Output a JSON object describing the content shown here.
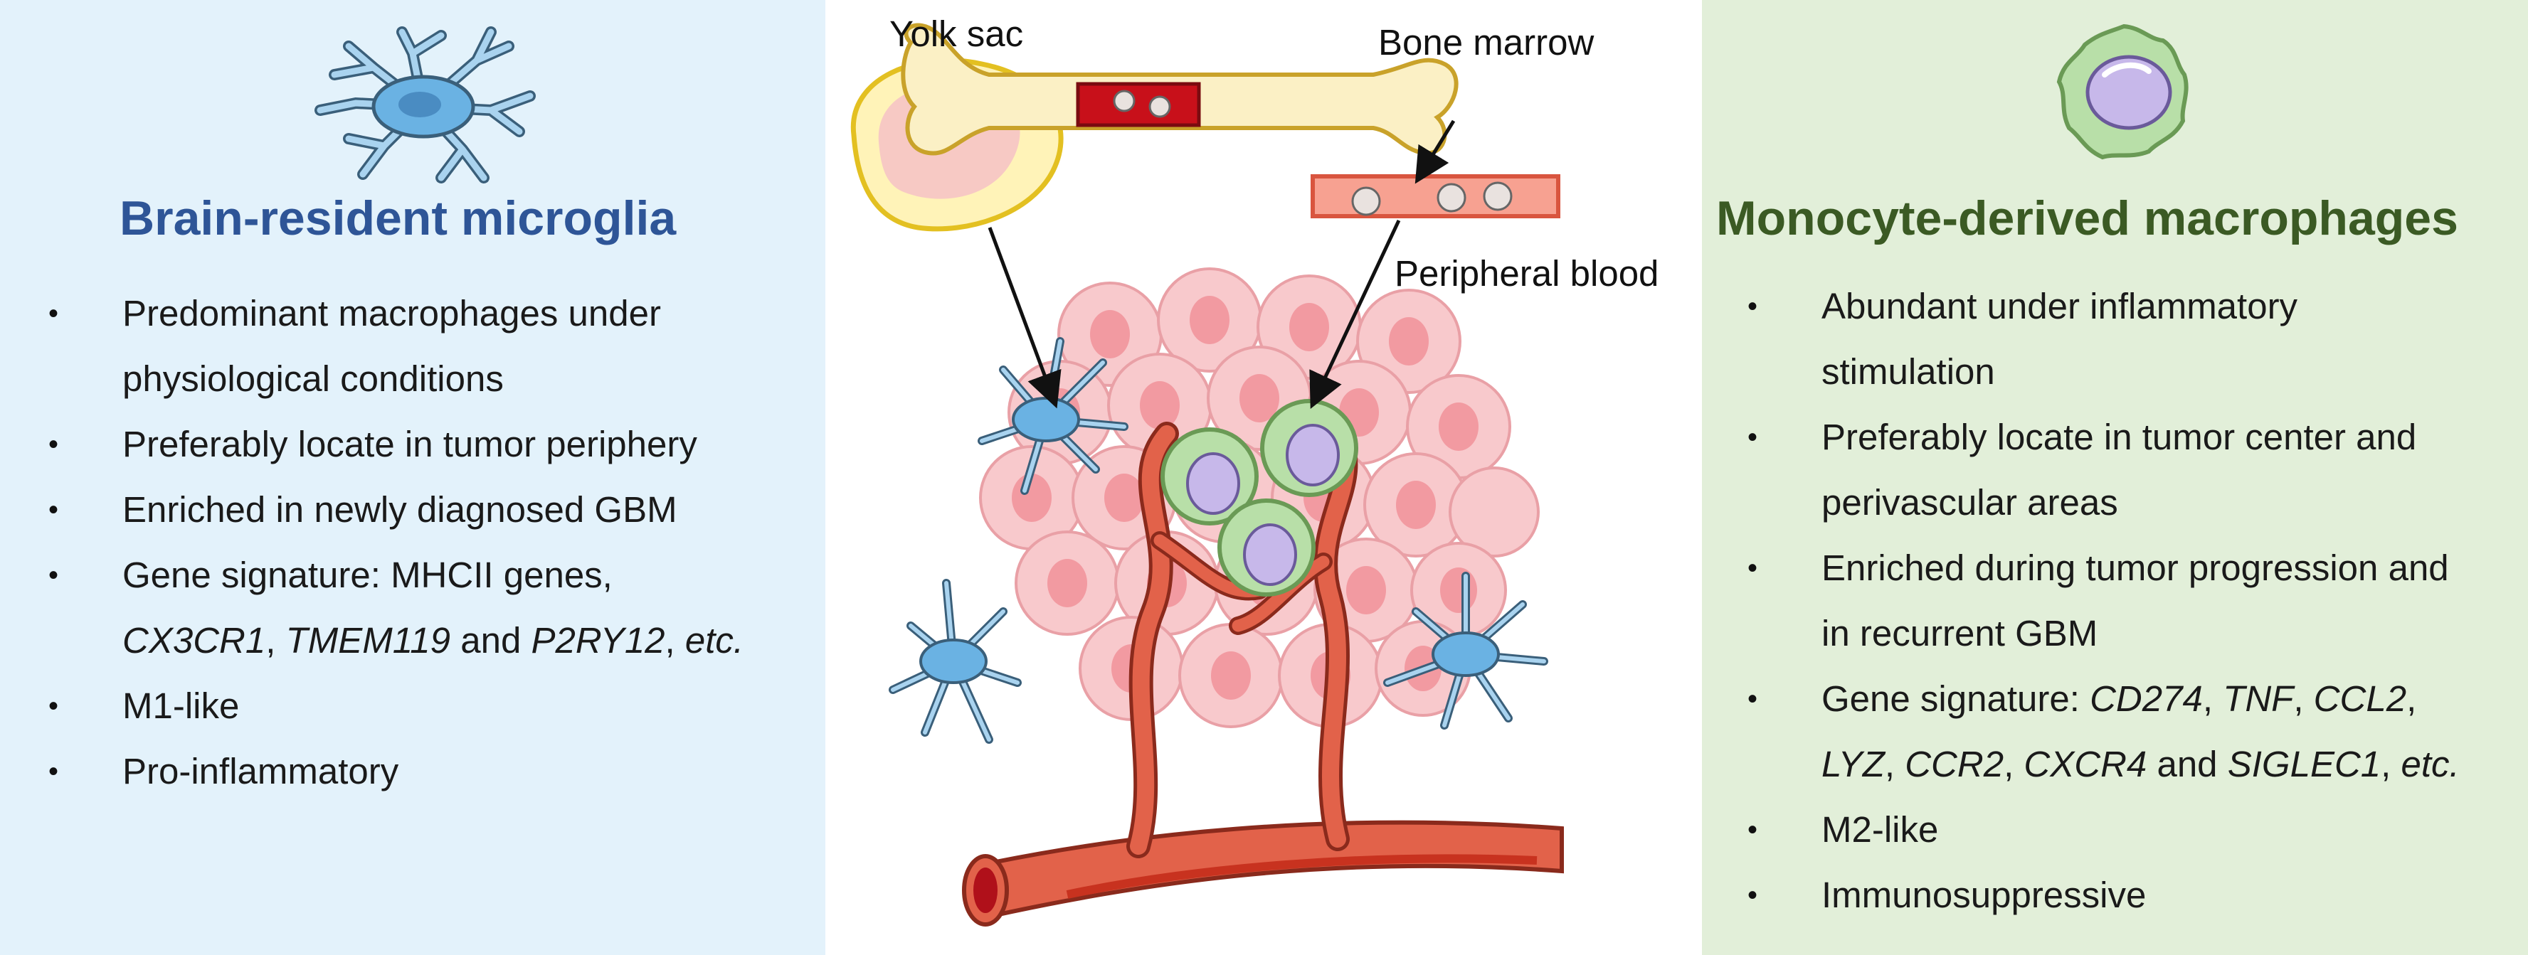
{
  "left": {
    "title": "Brain-resident microglia",
    "colors": {
      "background": "#e3f2fb",
      "title": "#2e5597"
    },
    "bullets": [
      {
        "lines": [
          "Predominant macrophages under",
          "physiological conditions"
        ]
      },
      {
        "lines": [
          "Preferably locate in tumor periphery"
        ]
      },
      {
        "lines": [
          "Enriched in newly diagnosed GBM"
        ]
      },
      {
        "lines": [
          "Gene signature: MHCII genes,",
          "<em>CX3CR1</em>, <em>TMEM119</em> and <em>P2RY12</em>, <em>etc.</em>"
        ]
      },
      {
        "lines": [
          "M1-like"
        ]
      },
      {
        "lines": [
          "Pro-inflammatory"
        ]
      }
    ]
  },
  "right": {
    "title": "Monocyte-derived macrophages",
    "colors": {
      "background": "#e2efd9",
      "title": "#3b5a24"
    },
    "bullets": [
      {
        "lines": [
          "Abundant under inflammatory",
          "stimulation"
        ]
      },
      {
        "lines": [
          "Preferably locate in tumor center and",
          "perivascular areas"
        ]
      },
      {
        "lines": [
          "Enriched during tumor progression and",
          "in recurrent GBM"
        ]
      },
      {
        "lines": [
          "Gene signature: <em>CD274</em>, <em>TNF</em>, <em>CCL2</em>,",
          "<em>LYZ</em>, <em>CCR2</em>, <em>CXCR4</em> and <em>SIGLEC1</em>, <em>etc.</em>"
        ]
      },
      {
        "lines": [
          "M2-like"
        ]
      },
      {
        "lines": [
          "Immunosuppressive"
        ]
      }
    ]
  },
  "diagram": {
    "labels": {
      "yolk_sac": "Yolk sac",
      "bone_marrow": "Bone marrow",
      "peripheral_blood": "Peripheral blood"
    },
    "icons": [
      "microglia-cell-icon",
      "macrophage-cell-icon",
      "yolk-sac-icon",
      "bone-icon",
      "blood-vessel-icon",
      "tumor-cell-icon"
    ]
  }
}
